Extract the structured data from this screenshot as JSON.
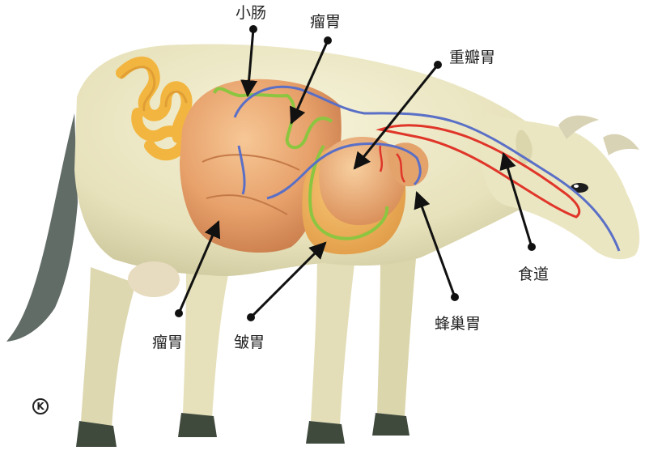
{
  "labels": {
    "small_intestine": "小肠",
    "rumen_top": "瘤胃",
    "omasum": "重瓣胃",
    "esophagus": "食道",
    "reticulum": "蜂巢胃",
    "abomasum": "皱胃",
    "rumen_bottom": "瘤胃"
  },
  "copyright_mark": "K",
  "colors": {
    "cow_body": "#ece8c4",
    "cow_shadow": "#c9c49c",
    "rumen": "#e9a46e",
    "abomasum": "#f0b560",
    "intestine": "#f2b640",
    "nerve_blue": "#5a6fc6",
    "nerve_green": "#8cc540",
    "vessel_red": "#e0362a",
    "tail": "#5b6460",
    "hoof": "#3f4a3d",
    "arrow": "#111111"
  }
}
